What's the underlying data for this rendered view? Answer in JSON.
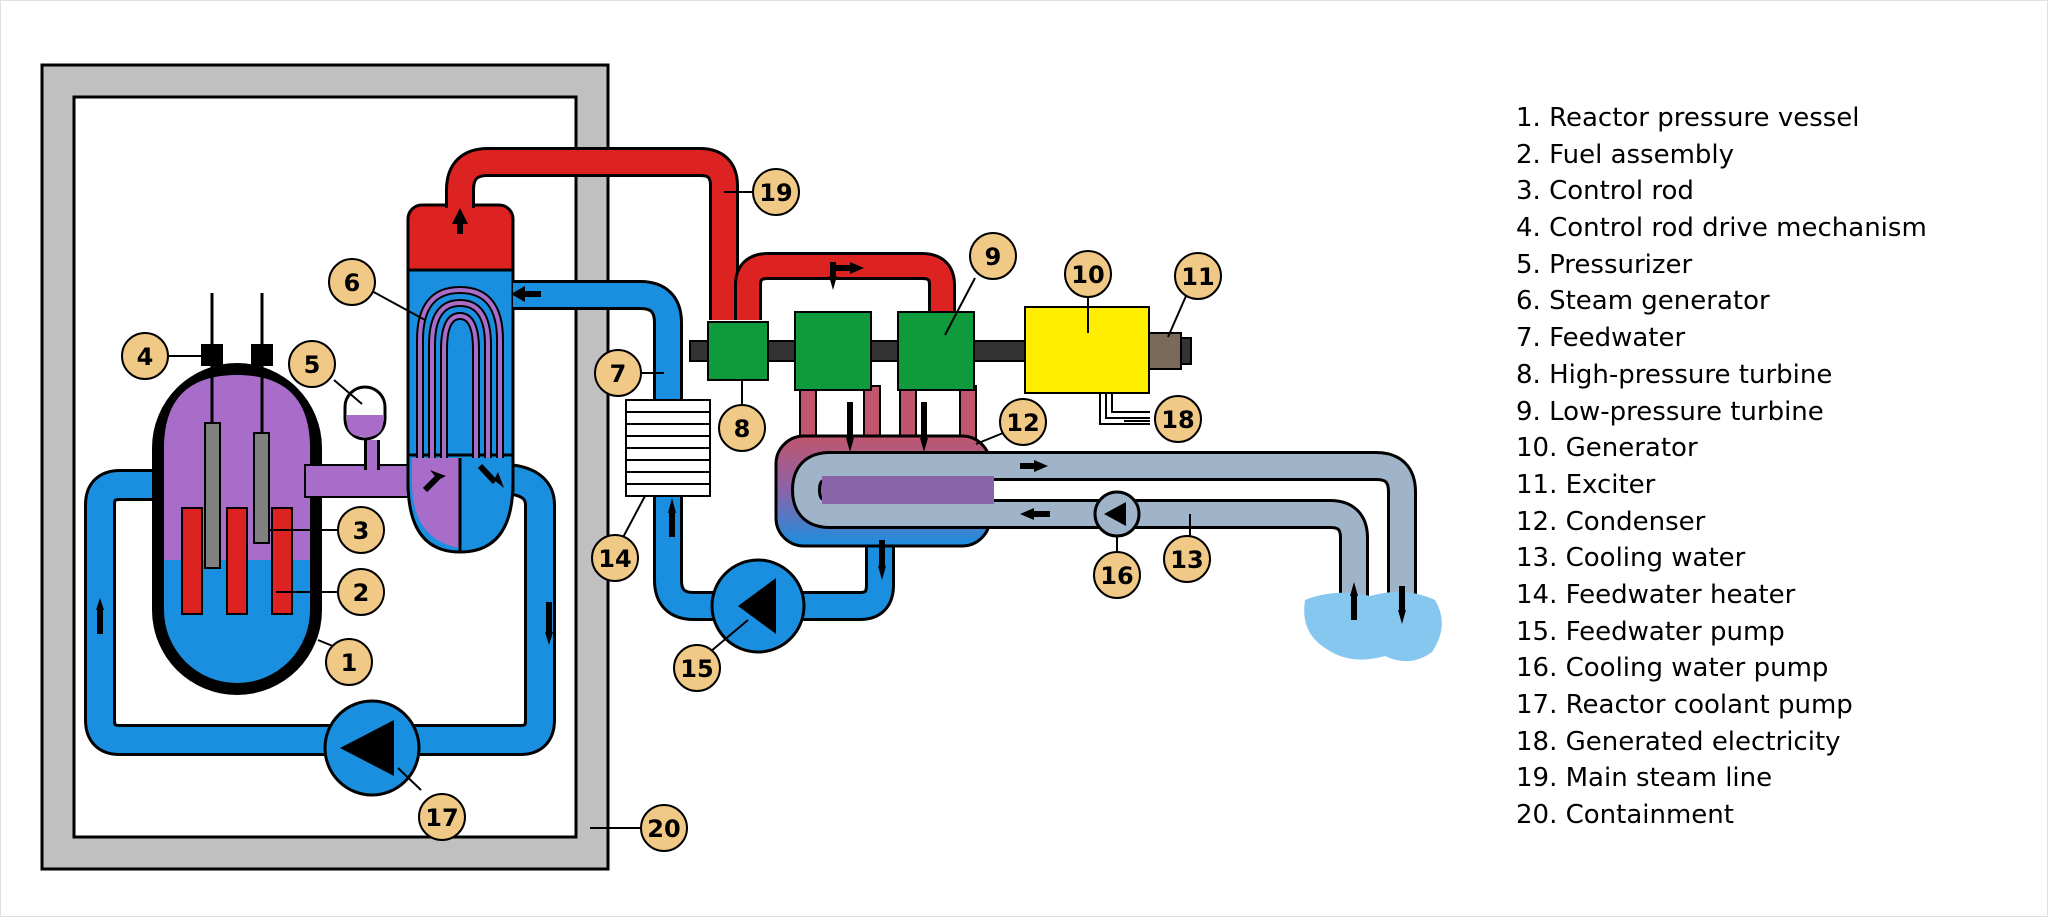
{
  "legend": [
    "1. Reactor pressure vessel",
    "2. Fuel assembly",
    "3. Control rod",
    "4. Control rod drive mechanism",
    "5. Pressurizer",
    "6. Steam generator",
    "7. Feedwater",
    "8. High-pressure turbine",
    "9. Low-pressure turbine",
    "10. Generator",
    "11. Exciter",
    "12. Condenser",
    "13. Cooling water",
    "14. Feedwater heater",
    "15. Feedwater pump",
    "16. Cooling water pump",
    "17. Reactor coolant pump",
    "18. Generated electricity",
    "19. Main steam line",
    "20. Containment"
  ],
  "callouts": [
    "1",
    "2",
    "3",
    "4",
    "5",
    "6",
    "7",
    "8",
    "9",
    "10",
    "11",
    "12",
    "13",
    "14",
    "15",
    "16",
    "17",
    "18",
    "19",
    "20"
  ],
  "colors": {
    "containment": "#c0c0c0",
    "coolant": "#1a8fe0",
    "steam": "#dd2222",
    "primary_coolant": "#a86cc9",
    "turbine": "#0f9a3c",
    "generator": "#ffee00",
    "cooling_water": "#9fb4c8",
    "river": "#86c7f0",
    "callout": "#f0c987"
  }
}
